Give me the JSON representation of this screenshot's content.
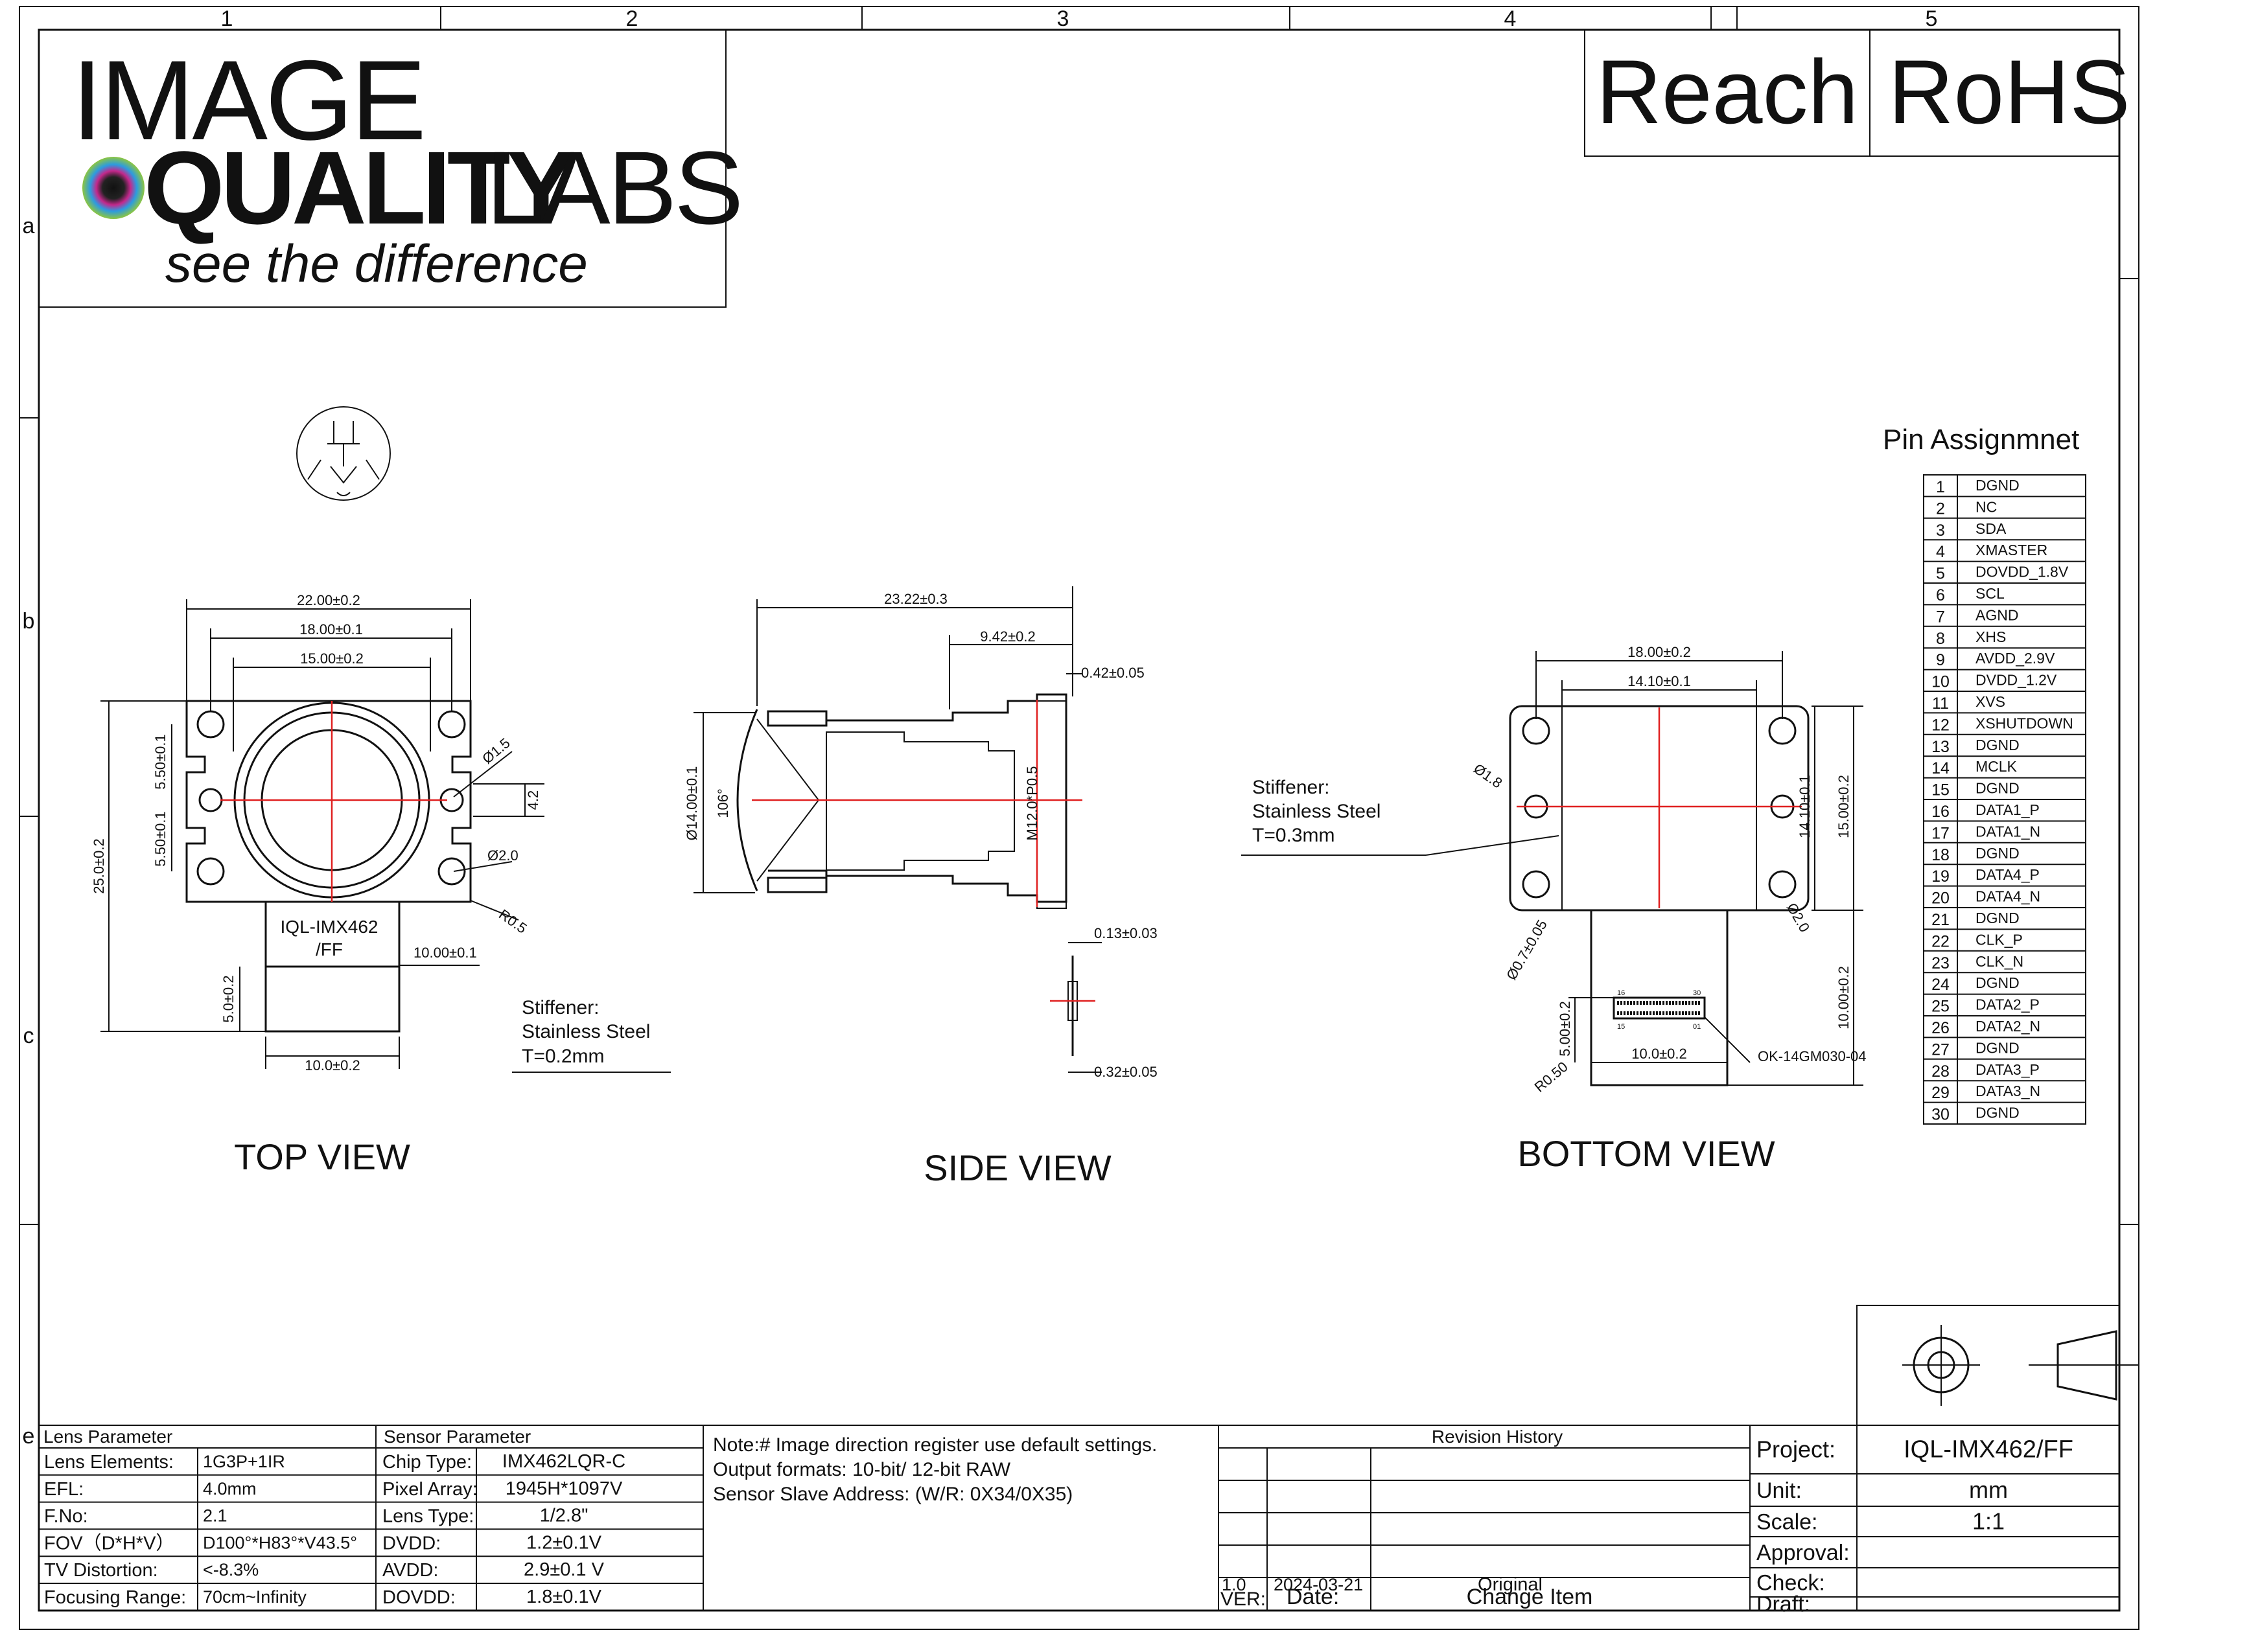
{
  "frame": {
    "columns": [
      "1",
      "2",
      "3",
      "4",
      "5"
    ],
    "rows": [
      "a",
      "b",
      "c",
      "e"
    ]
  },
  "logo": {
    "line1": "IMAGE",
    "line2": "QUALITY",
    "line3": "LABS",
    "tagline": "see the difference"
  },
  "compliance": {
    "reach": "Reach",
    "rohs": "RoHS"
  },
  "views": {
    "top": {
      "title": "TOP VIEW",
      "dims": {
        "w22": "22.00±0.2",
        "w18": "18.00±0.1",
        "w15": "15.00±0.2",
        "h25": "25.0±0.2",
        "h55a": "5.50±0.1",
        "h55b": "5.50±0.1",
        "h42": "4.2",
        "d15": "Ø1.5",
        "d20": "Ø2.0",
        "r05": "R0.5",
        "w10a": "10.00±0.1",
        "h50": "5.0±0.2",
        "w10b": "10.0±0.2"
      },
      "part_label": [
        "IQL-IMX462",
        "/FF"
      ],
      "stiffener": [
        "Stiffener:",
        "Stainless Steel",
        "T=0.2mm"
      ]
    },
    "side": {
      "title": "SIDE VIEW",
      "dims": {
        "l2322": "23.22±0.3",
        "l942": "9.42±0.2",
        "t042": "0.42±0.05",
        "d14": "Ø14.00±0.1",
        "ang": "106°",
        "m12": "M12.0*P0.5",
        "t013": "0.13±0.03",
        "t032": "0.32±0.05"
      }
    },
    "bottom": {
      "title": "BOTTOM VIEW",
      "dims": {
        "w18": "18.00±0.2",
        "w141": "14.10±0.1",
        "d18": "Ø1.8",
        "h141": "14.10±0.1",
        "h15": "15.00±0.2",
        "d07": "Ø0.7±0.05",
        "d20": "Ø2.0",
        "h10": "10.00±0.2",
        "h50": "5.00±0.2",
        "r050": "R0.50",
        "w10": "10.0±0.2",
        "conn": "OK-14GM030-04",
        "pin16": "16",
        "pin30": "30",
        "pin15": "15",
        "pin01": "01"
      },
      "stiffener": [
        "Stiffener:",
        "Stainless Steel",
        "T=0.3mm"
      ]
    }
  },
  "pins": {
    "title": "Pin Assignmnet",
    "rows": [
      {
        "n": "1",
        "s": "DGND"
      },
      {
        "n": "2",
        "s": "NC"
      },
      {
        "n": "3",
        "s": "SDA"
      },
      {
        "n": "4",
        "s": "XMASTER"
      },
      {
        "n": "5",
        "s": "DOVDD_1.8V"
      },
      {
        "n": "6",
        "s": "SCL"
      },
      {
        "n": "7",
        "s": "AGND"
      },
      {
        "n": "8",
        "s": "XHS"
      },
      {
        "n": "9",
        "s": "AVDD_2.9V"
      },
      {
        "n": "10",
        "s": "DVDD_1.2V"
      },
      {
        "n": "11",
        "s": "XVS"
      },
      {
        "n": "12",
        "s": "XSHUTDOWN"
      },
      {
        "n": "13",
        "s": "DGND"
      },
      {
        "n": "14",
        "s": "MCLK"
      },
      {
        "n": "15",
        "s": "DGND"
      },
      {
        "n": "16",
        "s": "DATA1_P"
      },
      {
        "n": "17",
        "s": "DATA1_N"
      },
      {
        "n": "18",
        "s": "DGND"
      },
      {
        "n": "19",
        "s": "DATA4_P"
      },
      {
        "n": "20",
        "s": "DATA4_N"
      },
      {
        "n": "21",
        "s": "DGND"
      },
      {
        "n": "22",
        "s": "CLK_P"
      },
      {
        "n": "23",
        "s": "CLK_N"
      },
      {
        "n": "24",
        "s": "DGND"
      },
      {
        "n": "25",
        "s": "DATA2_P"
      },
      {
        "n": "26",
        "s": "DATA2_N"
      },
      {
        "n": "27",
        "s": "DGND"
      },
      {
        "n": "28",
        "s": "DATA3_P"
      },
      {
        "n": "29",
        "s": "DATA3_N"
      },
      {
        "n": "30",
        "s": "DGND"
      }
    ]
  },
  "lens": {
    "header": "Lens Parameter",
    "rows": [
      {
        "k": "Lens Elements:",
        "v": "1G3P+1IR"
      },
      {
        "k": "EFL:",
        "v": "4.0mm"
      },
      {
        "k": "F.No:",
        "v": "2.1"
      },
      {
        "k": "FOV（D*H*V）",
        "v": "D100°*H83°*V43.5°"
      },
      {
        "k": "TV Distortion:",
        "v": "<-8.3%"
      },
      {
        "k": "Focusing Range:",
        "v": "70cm~Infinity"
      }
    ]
  },
  "sensor": {
    "header": "Sensor Parameter",
    "rows": [
      {
        "k": "Chip Type:",
        "v": "IMX462LQR-C"
      },
      {
        "k": "Pixel Array:",
        "v": "1945H*1097V"
      },
      {
        "k": "Lens Type:",
        "v": "1/2.8\""
      },
      {
        "k": "DVDD:",
        "v": "1.2±0.1V"
      },
      {
        "k": "AVDD:",
        "v": "2.9±0.1 V"
      },
      {
        "k": "DOVDD:",
        "v": "1.8±0.1V"
      }
    ]
  },
  "notes": [
    "Note:# Image direction register use default settings.",
    "Output formats:  10-bit/ 12-bit   RAW",
    "Sensor Slave Address: (W/R: 0X34/0X35)"
  ],
  "revision": {
    "header": "Revision History",
    "entry": {
      "ver": "1.0",
      "date": "2024-03-21",
      "item": "Original"
    },
    "labels": {
      "ver": "VER:",
      "date": "Date:",
      "item": "Change Item"
    }
  },
  "project": {
    "rows": [
      {
        "k": "Project:",
        "v": "IQL-IMX462/FF"
      },
      {
        "k": "Unit:",
        "v": "mm"
      },
      {
        "k": "Scale:",
        "v": "1:1"
      },
      {
        "k": "Approval:",
        "v": ""
      },
      {
        "k": "Check:",
        "v": ""
      },
      {
        "k": "Draft:",
        "v": ""
      }
    ]
  }
}
